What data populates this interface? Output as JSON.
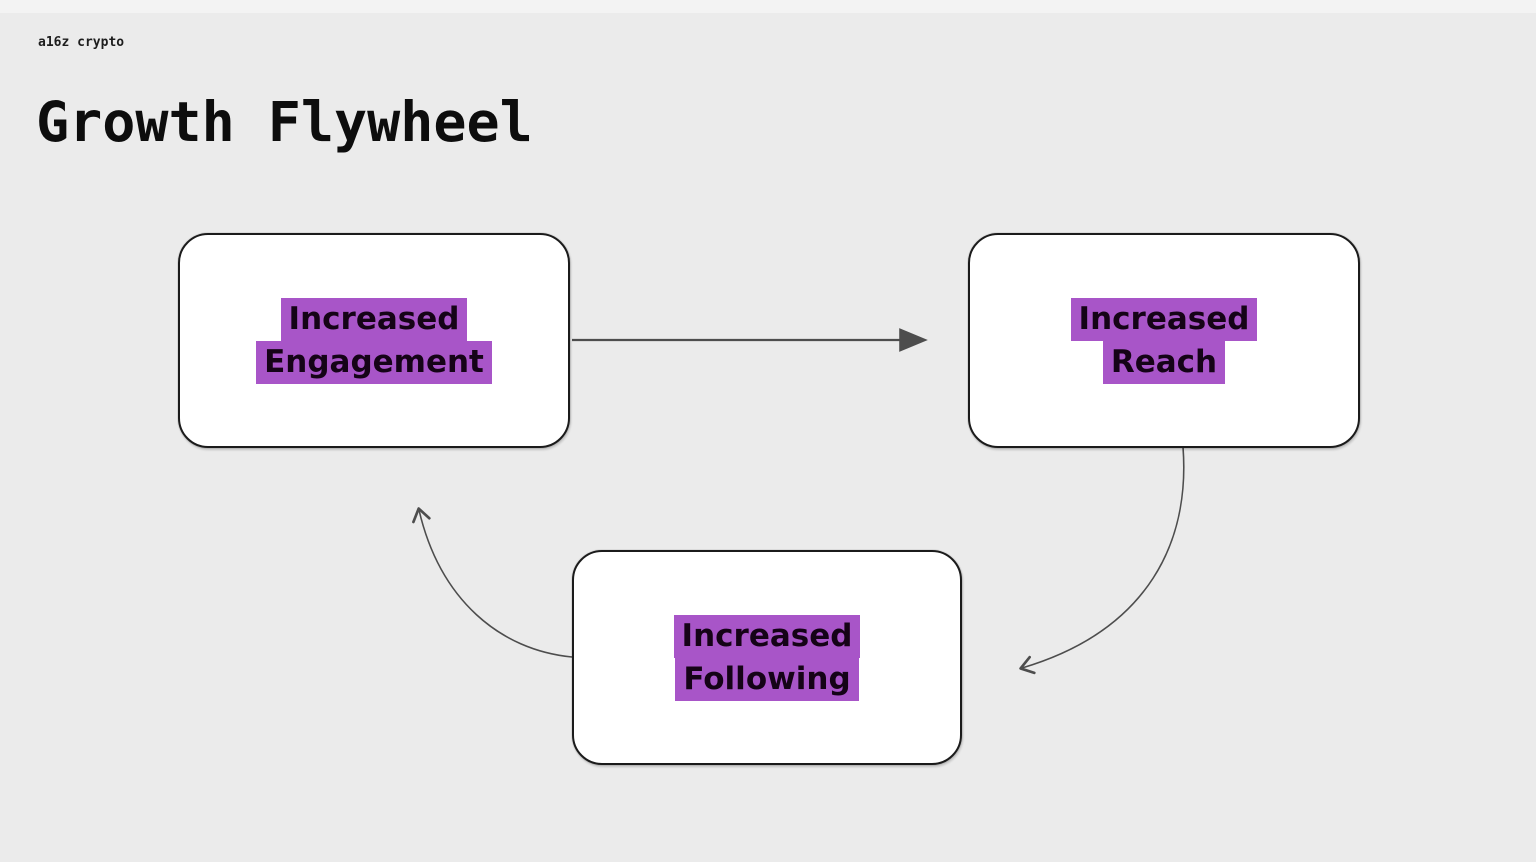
{
  "page": {
    "background": "#ebebeb",
    "top_strip": "#f3f3f3"
  },
  "header": {
    "brand": "a16z crypto",
    "title": "Growth Flywheel"
  },
  "diagram": {
    "colors": {
      "highlight": "#a855c8",
      "box_fill": "#ffffff",
      "box_border": "#1b1b1b",
      "arrow": "#4d4d4d",
      "label_text": "#150317"
    },
    "nodes": [
      {
        "id": "increased-engagement",
        "line1": "Increased",
        "line2": "Engagement"
      },
      {
        "id": "increased-reach",
        "line1": "Increased",
        "line2": "Reach"
      },
      {
        "id": "increased-following",
        "line1": "Increased",
        "line2": "Following"
      }
    ],
    "edges": [
      {
        "id": "engagement-to-reach",
        "from": "increased-engagement",
        "to": "increased-reach",
        "style": "straight"
      },
      {
        "id": "reach-to-following",
        "from": "increased-reach",
        "to": "increased-following",
        "style": "curved"
      },
      {
        "id": "following-to-engagement",
        "from": "increased-following",
        "to": "increased-engagement",
        "style": "curved"
      }
    ]
  }
}
